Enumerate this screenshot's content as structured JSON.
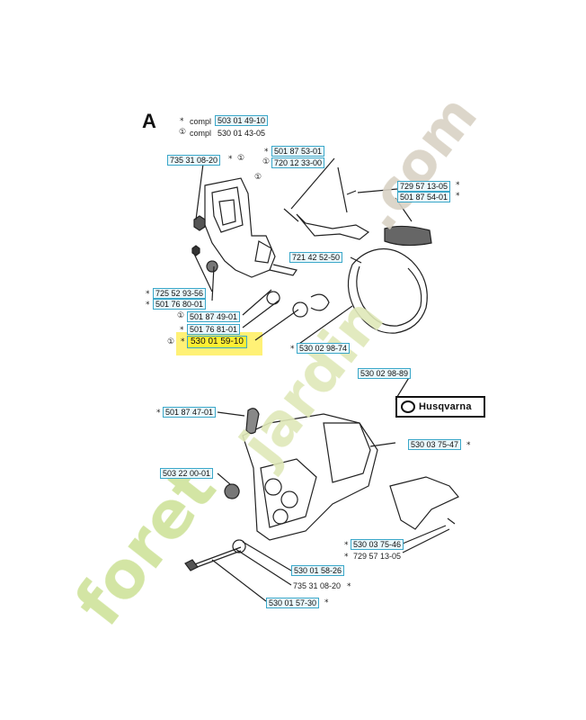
{
  "diagram": {
    "section": "A",
    "compl": [
      {
        "prefix_mark": "*",
        "label": "compl",
        "part": "503 01 49-10"
      },
      {
        "prefix_mark": "①",
        "label": "compl",
        "part": "530 01 43-05"
      }
    ],
    "parts": {
      "p_735310820_top": "735 31 08-20",
      "p_501875301": "501 87 53-01",
      "p_720123300": "720 12 33-00",
      "p_729571305_top": "729 57 13-05",
      "p_501875401": "501 87 54-01",
      "p_721425250": "721 42 52-50",
      "p_725529356": "725 52 93-56",
      "p_501768001": "501 76 80-01",
      "p_501874901": "501 87 49-01",
      "p_501768101": "501 76 81-01",
      "p_530015910": "530 01 59-10",
      "p_530029874": "530 02 98-74",
      "p_530029889": "530 02 98-89",
      "p_501874701": "501 87 47-01",
      "p_530037547": "530 03 75-47",
      "p_503220001": "503 22 00-01",
      "p_530037546": "530 03 75-46",
      "p_729571305_bot": "729 57 13-05",
      "p_530015826": "530 01 58-26",
      "p_735310820_bot": "735 31 08-20",
      "p_530015730": "530 01 57-30"
    },
    "marks": {
      "star": "*",
      "circle_one": "①"
    },
    "brand_label": "Husqvarna",
    "watermark": "foretjardin.com"
  },
  "colors": {
    "label_border": "#3aa7c9",
    "highlight": "#fff176",
    "watermark_green": "#cfe39a",
    "watermark_gray": "#d9d2c4"
  }
}
